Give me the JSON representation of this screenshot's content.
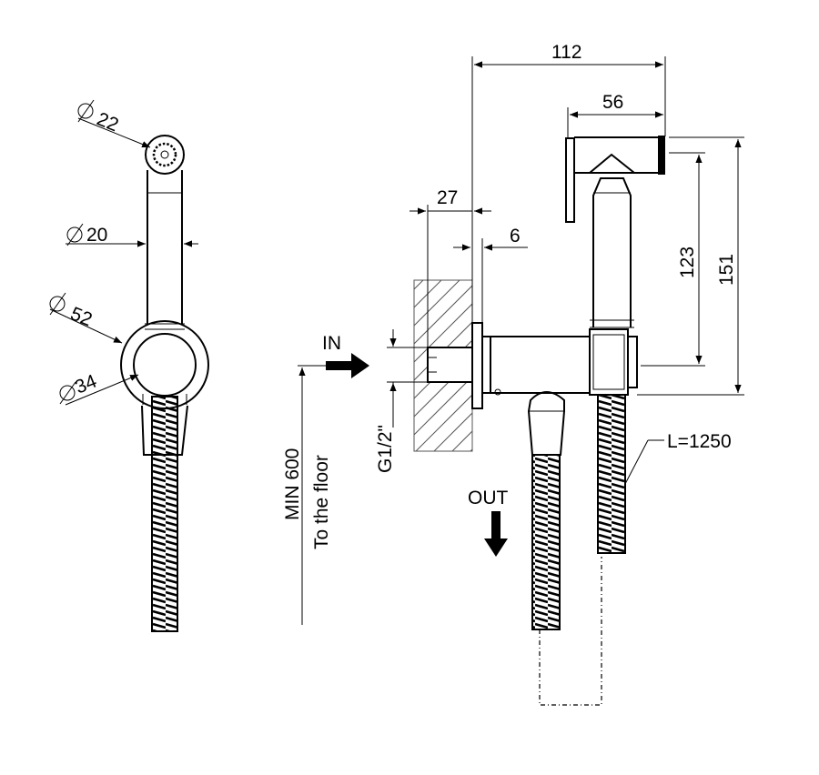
{
  "labels": {
    "dia22": "22",
    "dia20": "20",
    "dia52": "52",
    "dia34": "34",
    "dim112": "112",
    "dim56": "56",
    "dim27": "27",
    "dim6": "6",
    "dim123": "123",
    "dim151": "151",
    "inlet": "IN",
    "outlet": "OUT",
    "thread": "G1/2\"",
    "min_height": "MIN 600",
    "to_floor": "To the floor",
    "hose_length": "L=1250"
  }
}
